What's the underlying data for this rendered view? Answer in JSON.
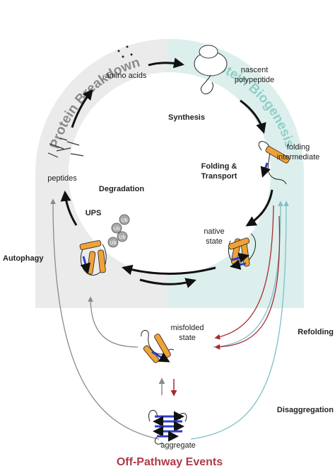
{
  "titles": {
    "breakdown": "Protein Breakdown",
    "biogenesis": "Protein Biogenesis",
    "off_pathway": "Off-Pathway Events"
  },
  "processes": {
    "synthesis": "Synthesis",
    "folding_line1": "Folding &",
    "folding_line2": "Transport",
    "degradation": "Degradation",
    "ups": "UPS",
    "autophagy": "Autophagy",
    "refolding": "Refolding",
    "disaggregation": "Disaggregation"
  },
  "states": {
    "amino_acids": "amino acids",
    "nascent_line1": "nascent",
    "nascent_line2": "polypeptide",
    "folding_int_line1": "folding",
    "folding_int_line2": "intermediate",
    "native_line1": "native",
    "native_line2": "state",
    "peptides": "peptides",
    "misfolded_line1": "misfolded",
    "misfolded_line2": "state",
    "aggregate": "aggregate"
  },
  "ubiquitin_label": "Ub",
  "colors": {
    "breakdown_bg": "#ebebeb",
    "biogenesis_bg": "#dcefec",
    "breakdown_title": "#8a8a8a",
    "biogenesis_title": "#8fcfc8",
    "off_pathway": "#b03a48",
    "helix": "#f0a236",
    "strand": "#2f3fc7",
    "grey_arrow": "#8a8a8a",
    "teal_arrow": "#7fbfc8",
    "red_arrow": "#a62a32"
  }
}
